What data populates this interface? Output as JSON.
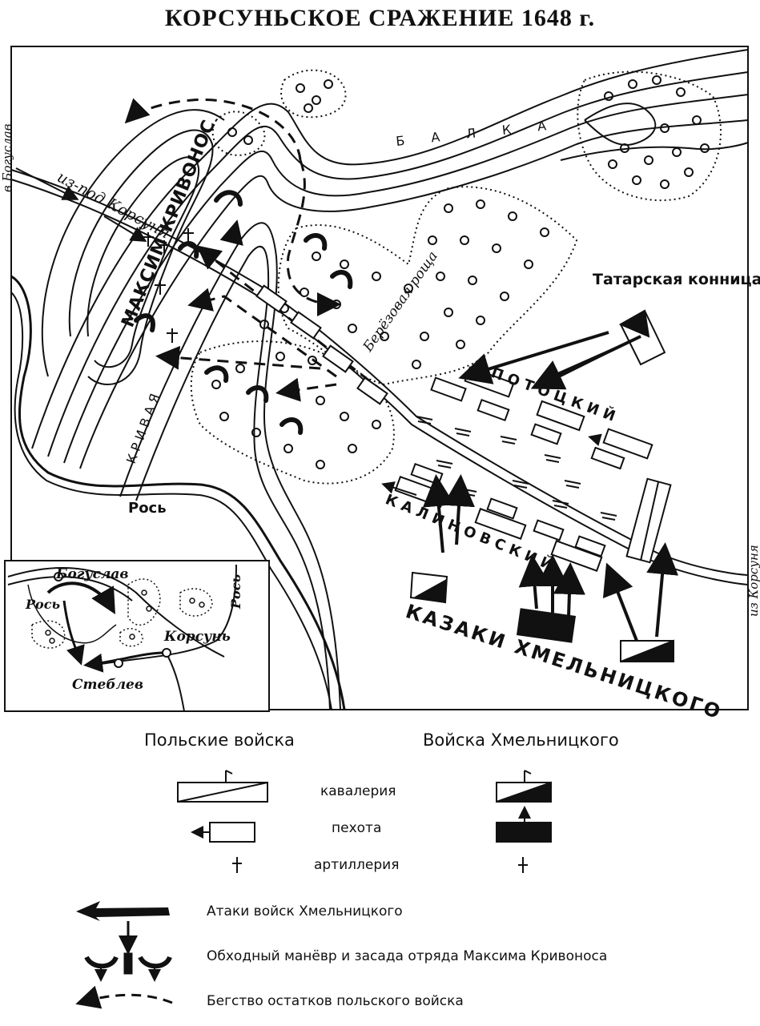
{
  "title": "КОРСУНЬСКОЕ СРАЖЕНИЕ 1648 г.",
  "map": {
    "edge_left_top": "в Богуслав",
    "edge_right_bottom": "из Корсуня",
    "from_korsun": "из-под Корсуня",
    "maksim": "МАКСИМ КРИВОНОС",
    "krivaya_balka_left": "К Р И В А Я",
    "balka_top": "Б А Л К А",
    "grove": "Берёзовая роща",
    "tatar": "Татарская конница",
    "potocki": "П О Т О Ц К И Й",
    "kalinovski": "К А Л И Н О В С К И Й",
    "cossacks": "КАЗАКИ ХМЕЛЬНИЦКОГО",
    "ros": "Рось"
  },
  "inset": {
    "boguslav": "Богуслав",
    "ros_left": "Рось",
    "ros_right": "Рось",
    "korsun": "Корсунь",
    "steblev": "Стеблев"
  },
  "legend": {
    "polish_heading": "Польские войска",
    "khmel_heading": "Войска Хмельницкого",
    "cavalry": "кавалерия",
    "infantry": "пехота",
    "artillery": "артиллерия",
    "attacks": "Атаки войск Хмельницкого",
    "maneuver": "Обходный манёвр и засада отряда Максима Кривоноса",
    "flight": "Бегство остатков польского войска"
  }
}
